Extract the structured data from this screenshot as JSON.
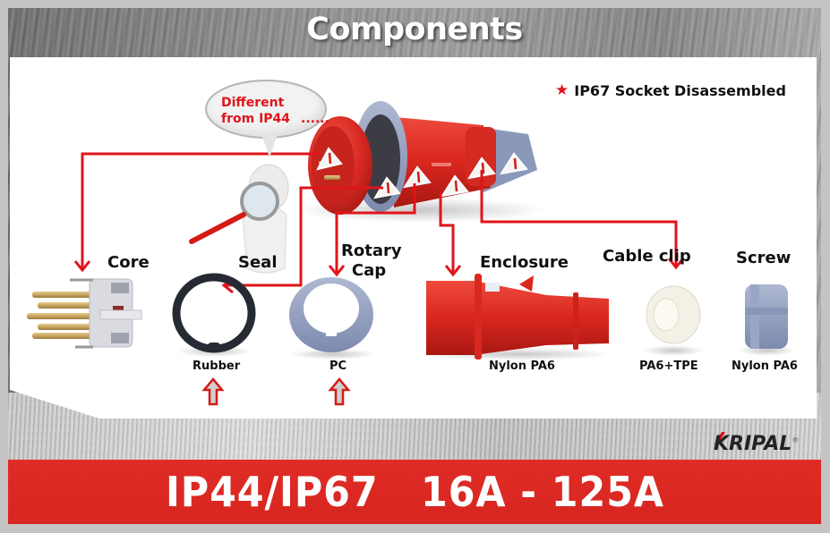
{
  "header": {
    "title": "Components"
  },
  "legend": {
    "icon": "star-icon",
    "icon_color": "#e0141a",
    "text": "IP67 Socket Disassembled"
  },
  "callout": {
    "line1": "Different",
    "line2": "from IP44",
    "ellipsis": "......"
  },
  "components": [
    {
      "name": "Core",
      "material": ""
    },
    {
      "name": "Seal",
      "material": "Rubber"
    },
    {
      "name": "Rotary Cap",
      "name_line1": "Rotary",
      "name_line2": "Cap",
      "material": "PC"
    },
    {
      "name": "Enclosure",
      "material": "Nylon PA6"
    },
    {
      "name": "Cable clip",
      "material": "PA6+TPE"
    },
    {
      "name": "Screw",
      "material": "Nylon PA6"
    }
  ],
  "highlights": {
    "arrow_icon": "up-arrow-icon",
    "targets": [
      "Rubber",
      "PC"
    ]
  },
  "brand": {
    "name": "KRIPAL",
    "mark": "®"
  },
  "banner": {
    "text": "IP44/IP67   16A - 125A"
  },
  "colors": {
    "accent_red": "#e0141a",
    "banner_red": "#d9261f",
    "part_blue": "#8f9fc0",
    "panel_bg": "#ffffff"
  }
}
